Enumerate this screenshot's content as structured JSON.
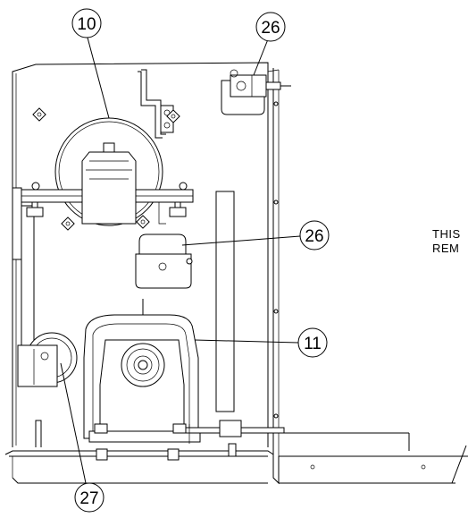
{
  "callouts": {
    "c10": "10",
    "c26_top": "26",
    "c26_mid": "26",
    "c11": "11",
    "c27": "27"
  },
  "note": {
    "line1": "THIS",
    "line2": "REM"
  }
}
